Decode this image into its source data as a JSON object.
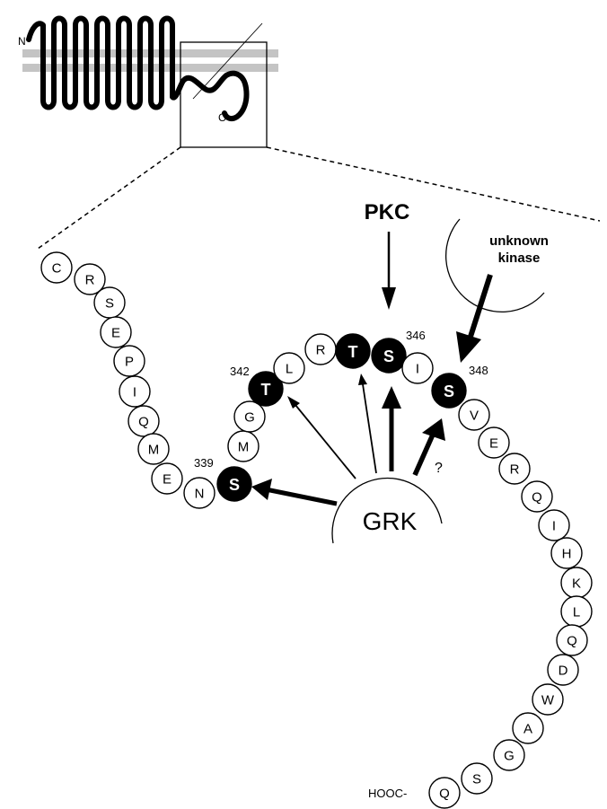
{
  "labels": {
    "n_terminus": "N",
    "c_terminus": "C",
    "pkc": "PKC",
    "grk": "GRK",
    "unknown_kinase_line1": "unknown",
    "unknown_kinase_line2": "kinase",
    "question": "?",
    "hooc": "HOOC-",
    "num_339": "339",
    "num_342": "342",
    "num_346": "346",
    "num_348": "348"
  },
  "residues": [
    "C",
    "R",
    "S",
    "E",
    "P",
    "I",
    "Q",
    "M",
    "E",
    "N",
    "S",
    "M",
    "G",
    "T",
    "L",
    "R",
    "T",
    "S",
    "I",
    "S",
    "V",
    "E",
    "R",
    "Q",
    "I",
    "H",
    "K",
    "L",
    "Q",
    "D",
    "W",
    "A",
    "G",
    "S",
    "Q"
  ],
  "phosphorylated": [
    10,
    13,
    16,
    17,
    19
  ],
  "colors": {
    "ink": "#000000",
    "membrane": "#b8b8b8"
  }
}
